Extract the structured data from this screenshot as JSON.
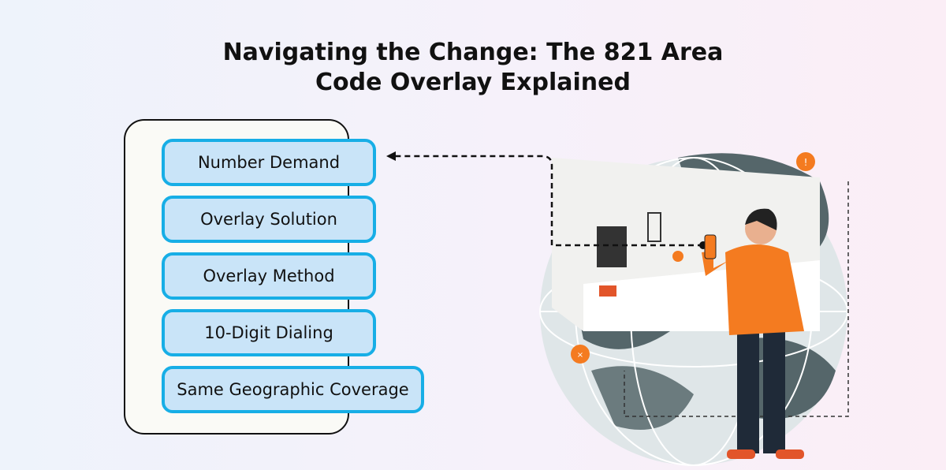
{
  "title_line1": "Navigating the Change: The 821 Area",
  "title_line2": "Code Overlay Explained",
  "items": [
    {
      "label": "Number Demand"
    },
    {
      "label": "Overlay Solution"
    },
    {
      "label": "Overlay Method"
    },
    {
      "label": "10-Digit Dialing"
    },
    {
      "label": "Same Geographic Coverage"
    }
  ],
  "colors": {
    "box_fill": "#c9e4f8",
    "box_border": "#17aee6",
    "accent": "#f47b20"
  }
}
